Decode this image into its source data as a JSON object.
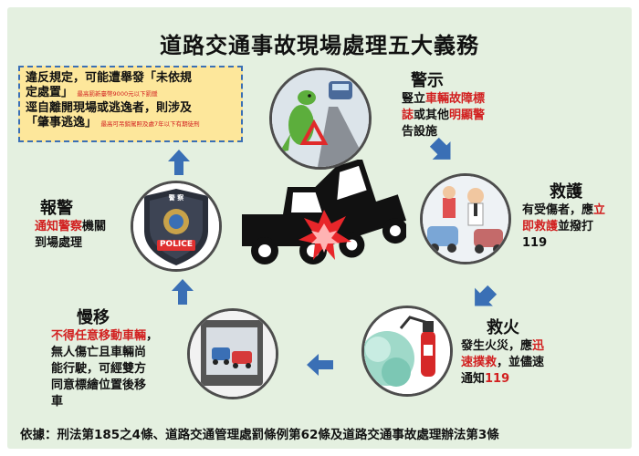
{
  "title": "道路交通事故現場處理五大義務",
  "warning": {
    "line1": "違反規定，可能遭舉發「未依規",
    "line2a": "定處置」",
    "line2_small": "最高罰新臺幣9000元以下罰鍰",
    "line3": "逕自離開現場或逃逸者，則涉及",
    "line4a": "「肇事逃逸」",
    "line4_small": "最高可吊銷駕照及處7年以下有期徒刑"
  },
  "duties": {
    "warn": {
      "heading": "警示",
      "d1": "豎立",
      "d1r": "車輛故障標",
      "d2r": "誌",
      "d2": "或其他",
      "d2r2": "明顯警",
      "d3r": "告設施"
    },
    "rescue": {
      "heading": "救護",
      "d1": "有受傷者，應",
      "d1r": "立",
      "d2r": "即救護",
      "d2": "並撥打",
      "d3r": "119"
    },
    "fire": {
      "heading": "救火",
      "d1": "發生火災，應",
      "d1r": "迅",
      "d2r": "速撲救",
      "d2": "，並儘速",
      "d3": "通知",
      "d3r": "119"
    },
    "move": {
      "heading": "慢移",
      "d1r": "不得任意移動車輛",
      "d1": "，",
      "d2": "無人傷亡且車輛尚",
      "d3": "能行駛，可經雙方",
      "d4": "同意標繪位置後移",
      "d5": "車"
    },
    "report": {
      "heading": "報警",
      "d1r": "通知警察",
      "d1": "機關",
      "d2": "到場處理"
    }
  },
  "badge": {
    "top": "警 察",
    "label": "POLICE"
  },
  "footer": "依據：刑法第185之4條、道路交通管理處罰條例第62條及道路交通事故處理辦法第3條",
  "colors": {
    "panel": "#e4f0e0",
    "accent_red": "#d22020",
    "arrow_blue": "#3a6fb5",
    "warn_bg": "#fde79b"
  }
}
